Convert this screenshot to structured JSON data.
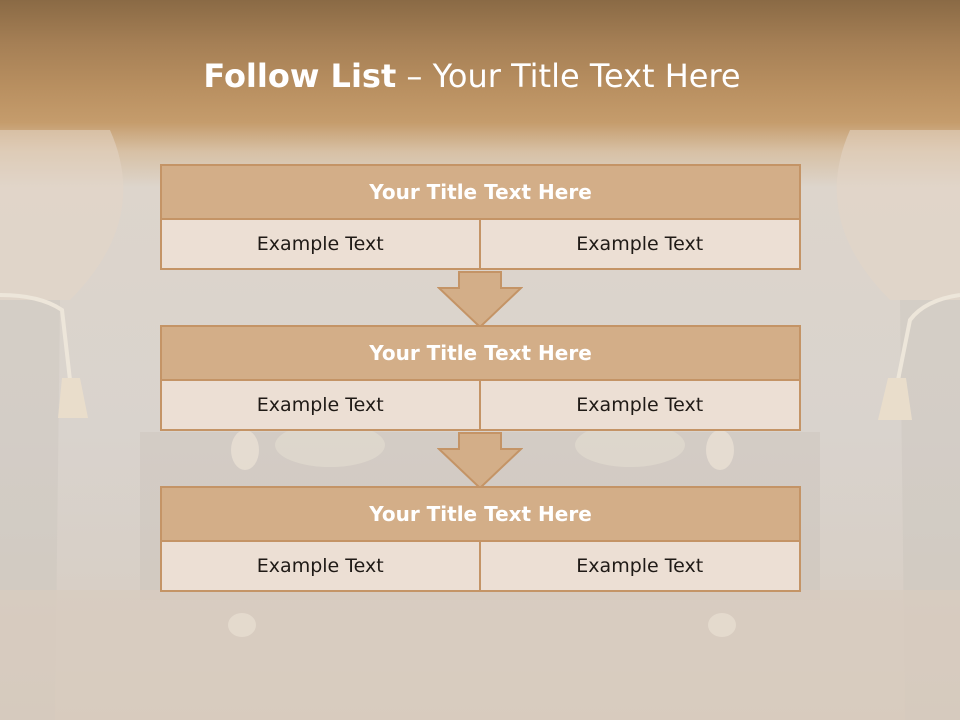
{
  "slide": {
    "title_bold": "Follow List",
    "title_rest": " – Your Title Text Here",
    "colors": {
      "header_fill": "#d3ae88",
      "border": "#c49466",
      "cell_fill": "#ecdfd4",
      "title_text": "#ffffff"
    }
  },
  "steps": [
    {
      "title": "Your Title Text Here",
      "cells": [
        "Example Text",
        "Example Text"
      ]
    },
    {
      "title": "Your Title Text Here",
      "cells": [
        "Example Text",
        "Example Text"
      ]
    },
    {
      "title": "Your Title Text Here",
      "cells": [
        "Example Text",
        "Example Text"
      ]
    }
  ],
  "connectors": [
    "down-arrow-icon",
    "down-arrow-icon"
  ]
}
